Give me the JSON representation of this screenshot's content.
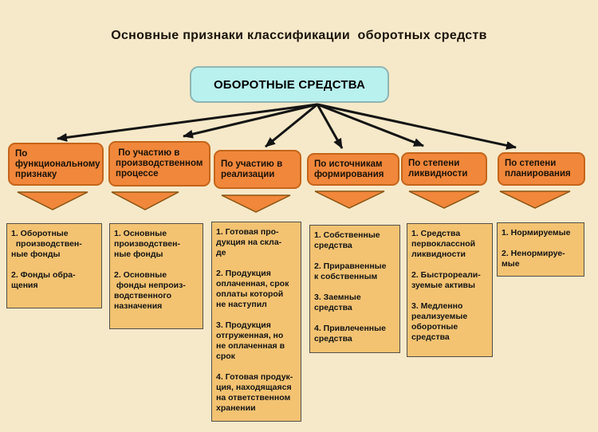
{
  "title": "Основные признаки классификации  оборотных средств",
  "root_label": "ОБОРОТНЫЕ СРЕДСТВА",
  "colors": {
    "bg": "#F6E9C9",
    "ink": "#1A1208",
    "cyan_fill": "#B9F1EF",
    "cyan_border": "#8FB5B2",
    "orange_fill": "#F1873B",
    "orange_border": "#C4651A",
    "tan_fill": "#F3C372",
    "tan_border": "#53504A",
    "arrow": "#141414"
  },
  "branches": [
    {
      "label": "По\nфункциональному\nпризнаку",
      "details": "1. Оборотные\n  производствен-\nные фонды\n\n2. Фонды обра-\nщения"
    },
    {
      "label": " По участию в\nпроизводственном\nпроцессе",
      "details": "1. Основные\nпроизводствен-\nные фонды\n\n2. Основные\n фонды непроиз-\nводственного\nназначения"
    },
    {
      "label": "По участию в\nреализации",
      "details": "1. Готовая про-\nдукция на скла-\nде\n\n2. Продукция\nоплаченная, срок\nоплаты которой\nне наступил\n\n3. Продукция\nотгруженная, но\nне оплаченная в\nсрок\n\n4. Готовая продук-\nция, находящаяся\nна ответственном\nхранении"
    },
    {
      "label": "По источникам\nформирования",
      "details": "1. Собственные\nсредства\n\n2. Приравненные\nк собственным\n\n3. Заемные\nсредства\n\n4. Привлеченные\nсредства"
    },
    {
      "label": "По степени\nликвидности",
      "details": "1. Средства\nпервоклассной\nликвидности\n\n2. Быстрореали-\nзуемые активы\n\n3. Медленно\nреализуемые\nоборотные\nсредства"
    },
    {
      "label": "По степени\nпланирования",
      "details": "1. Нормируемые\n\n2. Ненормируе-\nмые"
    }
  ]
}
